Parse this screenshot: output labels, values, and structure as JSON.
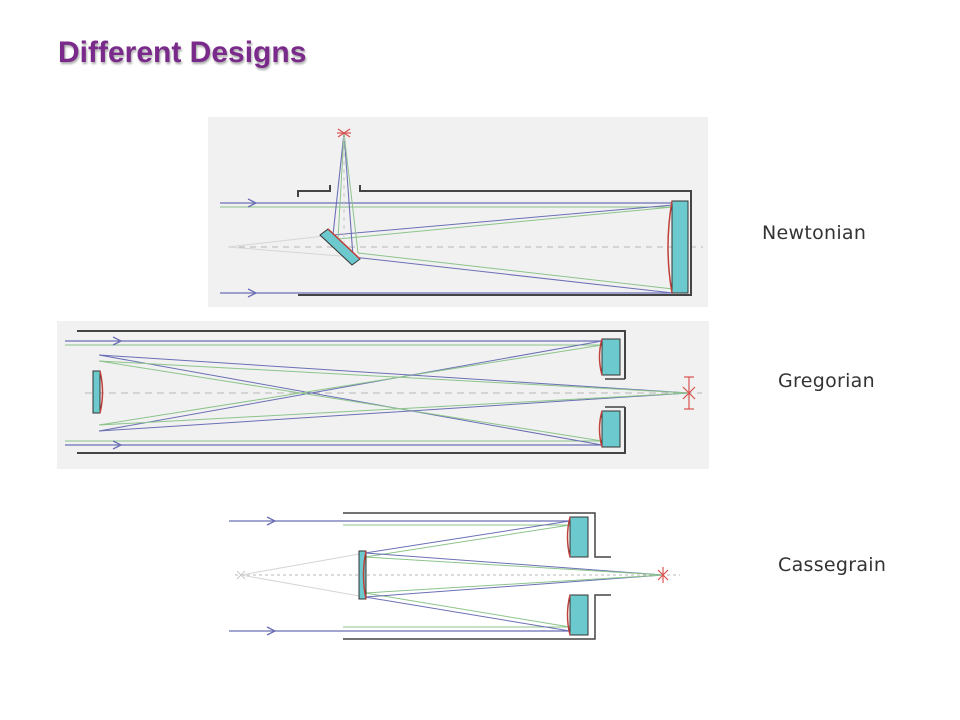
{
  "slide": {
    "title": "Different Designs"
  },
  "designs": [
    {
      "label": "Newtonian"
    },
    {
      "label": "Gregorian"
    },
    {
      "label": "Cassegrain"
    }
  ],
  "colors": {
    "title": "#7a2a8a",
    "mirror_fill": "#6cc9ce",
    "mirror_edge": "#c0403a",
    "ray_blue": "#6b6fb5",
    "ray_green": "#8cc48c",
    "tube": "#444444",
    "panel_bg": "#f1f1f1",
    "focus": "#d9534f"
  }
}
